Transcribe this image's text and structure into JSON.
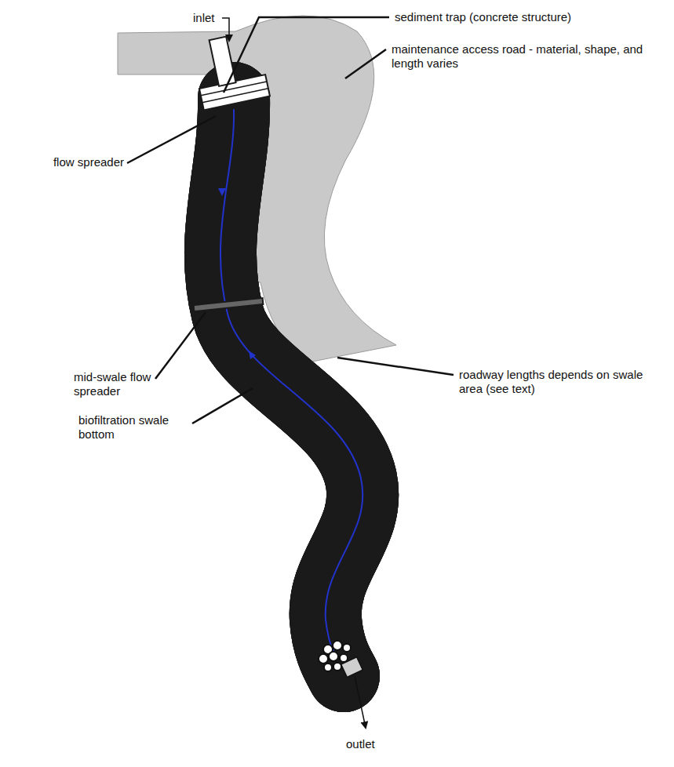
{
  "diagram": {
    "labels": [
      "inlet",
      "sediment trap (concrete structure)",
      "maintenance access road - material, shape, and length varies",
      "flow spreader",
      "mid-swale flow spreader",
      "roadway lengths depends on swale area (see text)",
      "biofiltration swale bottom",
      "outlet"
    ]
  }
}
